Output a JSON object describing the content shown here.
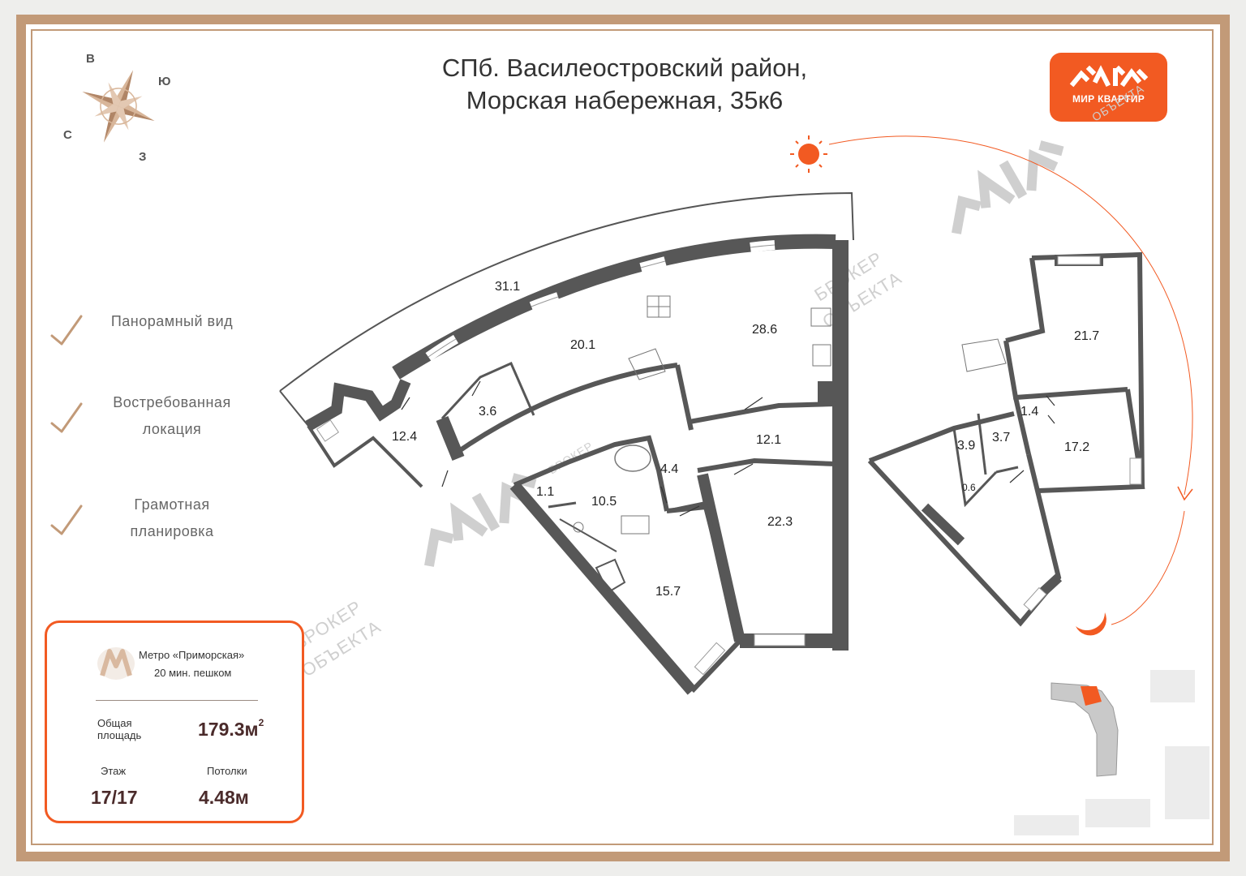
{
  "header": {
    "title_line1": "СПб. Василеостровский район,",
    "title_line2": "Морская набережная, 35к6"
  },
  "logo": {
    "text": "МИР КВАРТИР"
  },
  "compass": {
    "north": "В",
    "east": "Ю",
    "west": "С",
    "south": "З"
  },
  "features": [
    {
      "lines": [
        "Панорамный вид"
      ]
    },
    {
      "lines": [
        "Востребованная",
        "локация"
      ]
    },
    {
      "lines": [
        "Грамотная",
        "планировка"
      ]
    }
  ],
  "info_card": {
    "metro_name": "Метро «Приморская»",
    "metro_walk": "20 мин. пешком",
    "area_label_1": "Общая",
    "area_label_2": "площадь",
    "area_value": "179.3м",
    "area_sup": "2",
    "floor_label": "Этаж",
    "floor_value": "17/17",
    "ceiling_label": "Потолки",
    "ceiling_value": "4.48м"
  },
  "watermark": {
    "line1": "БРОКЕР",
    "line2": "ОБЪЕКТА"
  },
  "rooms": {
    "r31_1": "31.1",
    "r20_1": "20.1",
    "r28_6": "28.6",
    "r3_6": "3.6",
    "r12_4": "12.4",
    "r12_1": "12.1",
    "r4_4": "4.4",
    "r1_1": "1.1",
    "r10_5": "10.5",
    "r22_3": "22.3",
    "r15_7": "15.7",
    "r21_7": "21.7",
    "r1_4": "1.4",
    "r3_9": "3.9",
    "r3_7": "3.7",
    "r17_2": "17.2",
    "r0_6": "0.6"
  },
  "colors": {
    "accent": "#f25a22",
    "frame": "#c29a78",
    "wall": "#575757"
  }
}
